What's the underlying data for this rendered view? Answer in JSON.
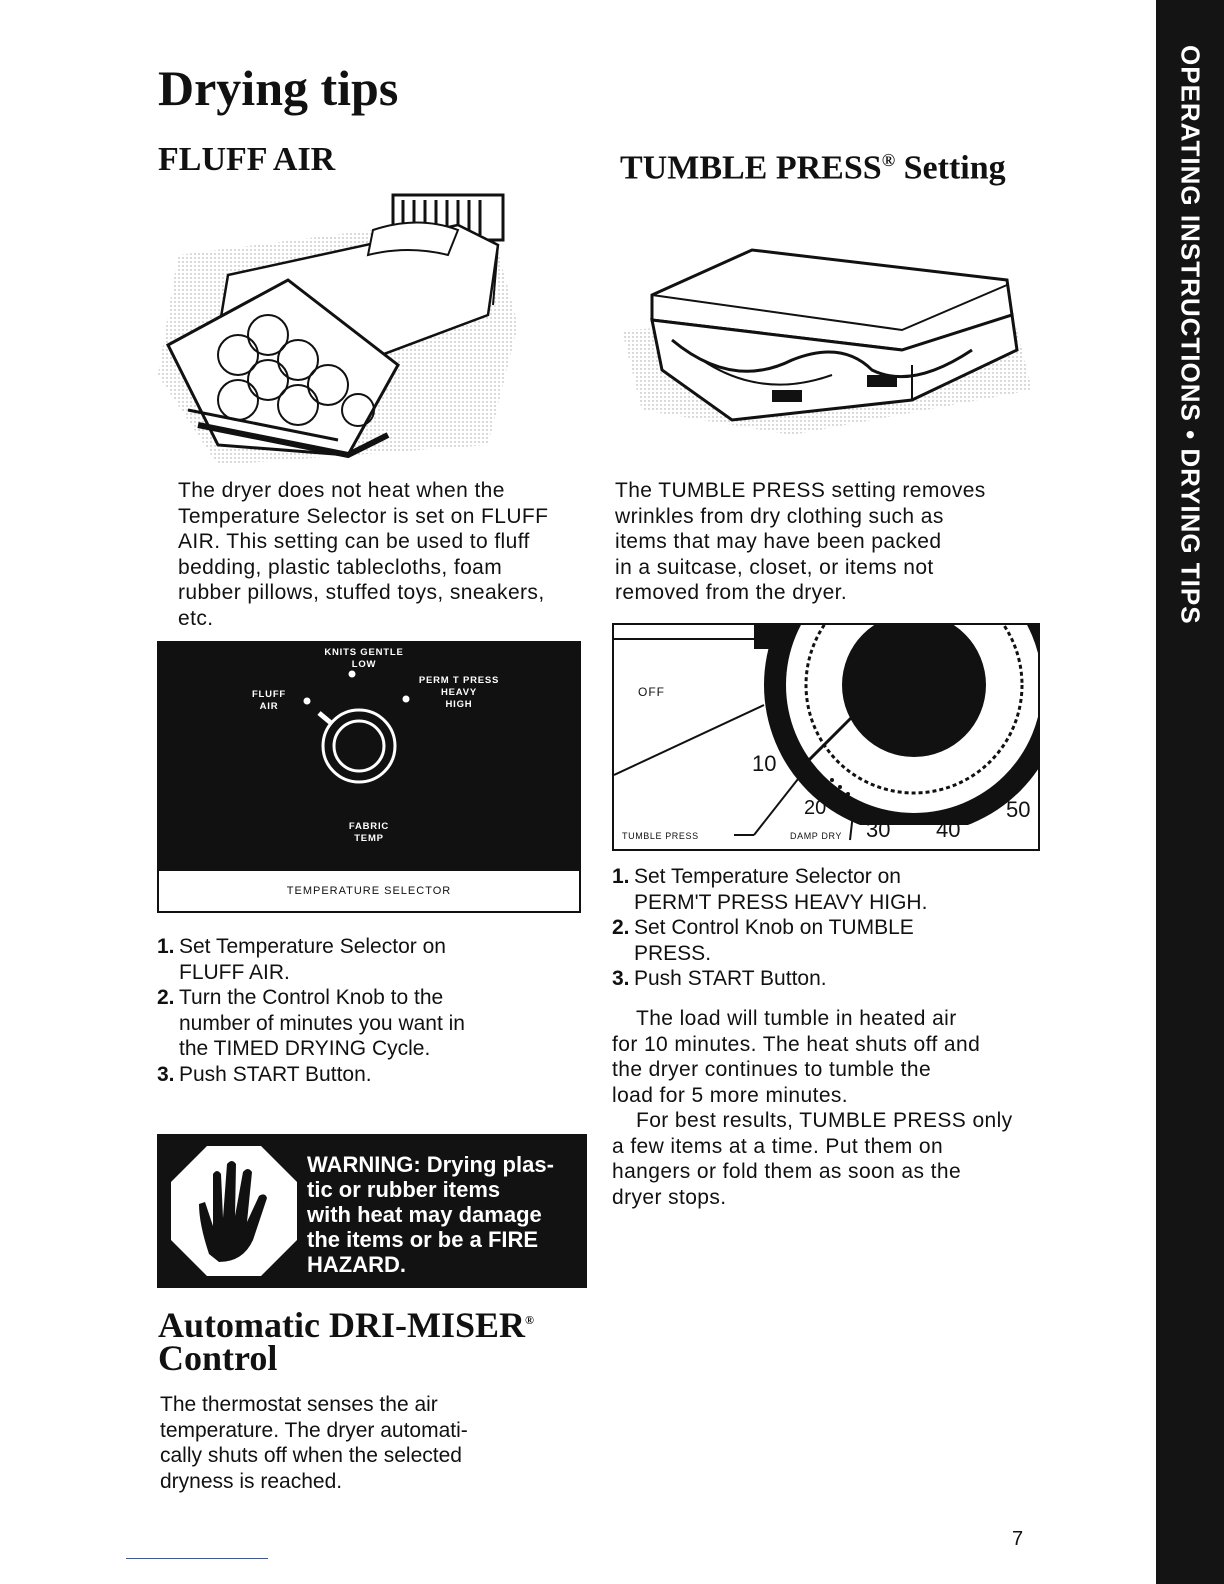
{
  "page": {
    "title": "Drying tips",
    "side_tab": "OPERATING INSTRUCTIONS • DRYING TIPS",
    "page_number": "7"
  },
  "fluff_air": {
    "heading": "FLUFF AIR",
    "description": "The dryer does not heat when the\nTemperature Selector is set on FLUFF\nAIR. This setting can be used to fluff\nbedding, plastic tablecloths, foam\nrubber pillows, stuffed toys, sneakers,\netc.",
    "selector_panel": {
      "knits_gentle": "KNITS GENTLE\nLOW",
      "perm_press": "PERM T PRESS\nHEAVY\nHIGH",
      "fluff": "FLUFF\nAIR",
      "fabric_temp": "FABRIC\nTEMP",
      "label": "TEMPERATURE SELECTOR"
    },
    "steps": [
      {
        "num": "1.",
        "text": "Set Temperature Selector on\nFLUFF AIR."
      },
      {
        "num": "2.",
        "text": "Turn the Control Knob to the\nnumber of minutes you want in\nthe TIMED DRYING Cycle."
      },
      {
        "num": "3.",
        "text": "Push START Button."
      }
    ]
  },
  "warning": {
    "text": "WARNING: Drying plas-\ntic or rubber items\nwith heat may damage\nthe items or be a FIRE\nHAZARD."
  },
  "dri_miser": {
    "heading": "Automatic DRI-MISER",
    "heading_mark": "®",
    "heading_line2": "Control",
    "description": "The thermostat senses the air\ntemperature. The dryer automati-\ncally shuts off when the selected\ndryness is reached."
  },
  "tumble_press": {
    "heading": "TUMBLE PRESS",
    "heading_mark": "®",
    "heading_suffix": "Setting",
    "description": "The TUMBLE PRESS setting removes\nwrinkles from dry clothing such as\nitems that may have been packed\nin a suitcase, closet, or items not\nremoved from the dryer.",
    "dial": {
      "off": "OFF",
      "ten": "10",
      "twenty": "20",
      "thirty": "30",
      "forty": "40",
      "fifty": "50",
      "tumble_press": "TUMBLE PRESS",
      "damp_dry": "DAMP DRY"
    },
    "steps": [
      {
        "num": "1.",
        "text": "Set Temperature Selector on\nPERM'T PRESS HEAVY HIGH."
      },
      {
        "num": "2.",
        "text": "Set Control Knob on TUMBLE\nPRESS."
      },
      {
        "num": "3.",
        "text": "Push START Button."
      }
    ],
    "para1": "The load will tumble in heated air\nfor 10 minutes. The heat shuts off and\nthe dryer continues to tumble the\nload for  5 more minutes.",
    "para2": "For best results, TUMBLE PRESS only\na few items at a time. Put them on\nhangers or fold them as soon as the\ndryer stops."
  }
}
